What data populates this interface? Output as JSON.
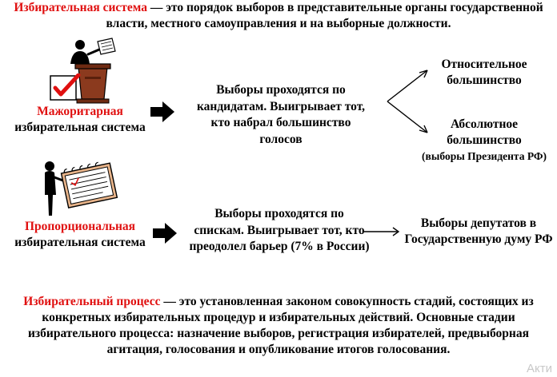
{
  "top_definition": {
    "term": "Избирательная система",
    "rest": " — это порядок выборов в представительные органы государственной власти, местного самоуправления и на выборные должности."
  },
  "majoritarian": {
    "title": "Мажоритарная",
    "subtitle": "избирательная система",
    "description": "Выборы проходятся по кандидатам. Выигрывает тот, кто набрал большинство голосов",
    "option_relative": "Относительное большинство",
    "option_absolute": "Абсолютное большинство",
    "option_absolute_note": "(выборы Президента РФ)"
  },
  "proportional": {
    "title": "Пропорциональная",
    "subtitle": "избирательная система",
    "description": "Выборы проходятся по спискам. Выигрывает тот, кто преодолел барьер (7% в России)",
    "result": "Выборы депутатов в Государственную думу РФ"
  },
  "bottom_definition": {
    "term": "Избирательный процесс",
    "rest": " — это установленная законом совокупность стадий, состоящих из конкретных избирательных процедур и избирательных действий. Основные стадии избирательного процесса: назначение выборов, регистрация избирателей, предвыборная агитация, голосования и опубликование итогов голосования."
  },
  "watermark": "Акти",
  "colors": {
    "accent_red": "#e01010",
    "text": "#000000",
    "background": "#ffffff"
  },
  "icons": [
    "ballot-checkmark-icon",
    "speaker-podium-icon",
    "person-with-list-icon",
    "arrow-right-icon"
  ]
}
